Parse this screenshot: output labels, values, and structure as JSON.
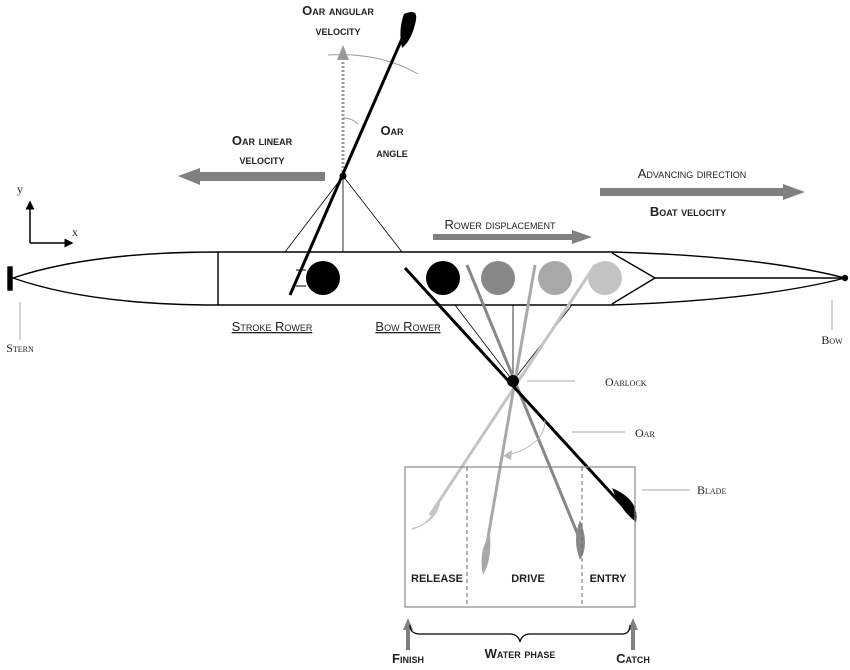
{
  "labels": {
    "oar_angular_velocity_1": "Oar angular",
    "oar_angular_velocity_2": "velocity",
    "oar_angle_1": "Oar",
    "oar_angle_2": "angle",
    "oar_linear_velocity_1": "Oar linear",
    "oar_linear_velocity_2": "velocity",
    "advancing_direction": "Advancing direction",
    "boat_velocity": "Boat velocity",
    "rower_displacement": "Rower displacement",
    "axis_y": "y",
    "axis_x": "x",
    "stroke_rower": "Stroke Rower",
    "bow_rower": "Bow Rower",
    "stern": "Stern",
    "bow": "Bow",
    "oarlock": "Oarlock",
    "oar": "Oar",
    "blade": "Blade",
    "release": "RELEASE",
    "drive": "DRIVE",
    "entry": "ENTRY",
    "finish": "Finish",
    "water_phase": "Water phase",
    "catch": "Catch"
  },
  "colors": {
    "arrow": "#808080",
    "rower_1": "#000000",
    "rower_2": "#888888",
    "rower_3": "#a8a8a8",
    "rower_4": "#c4c4c4"
  }
}
